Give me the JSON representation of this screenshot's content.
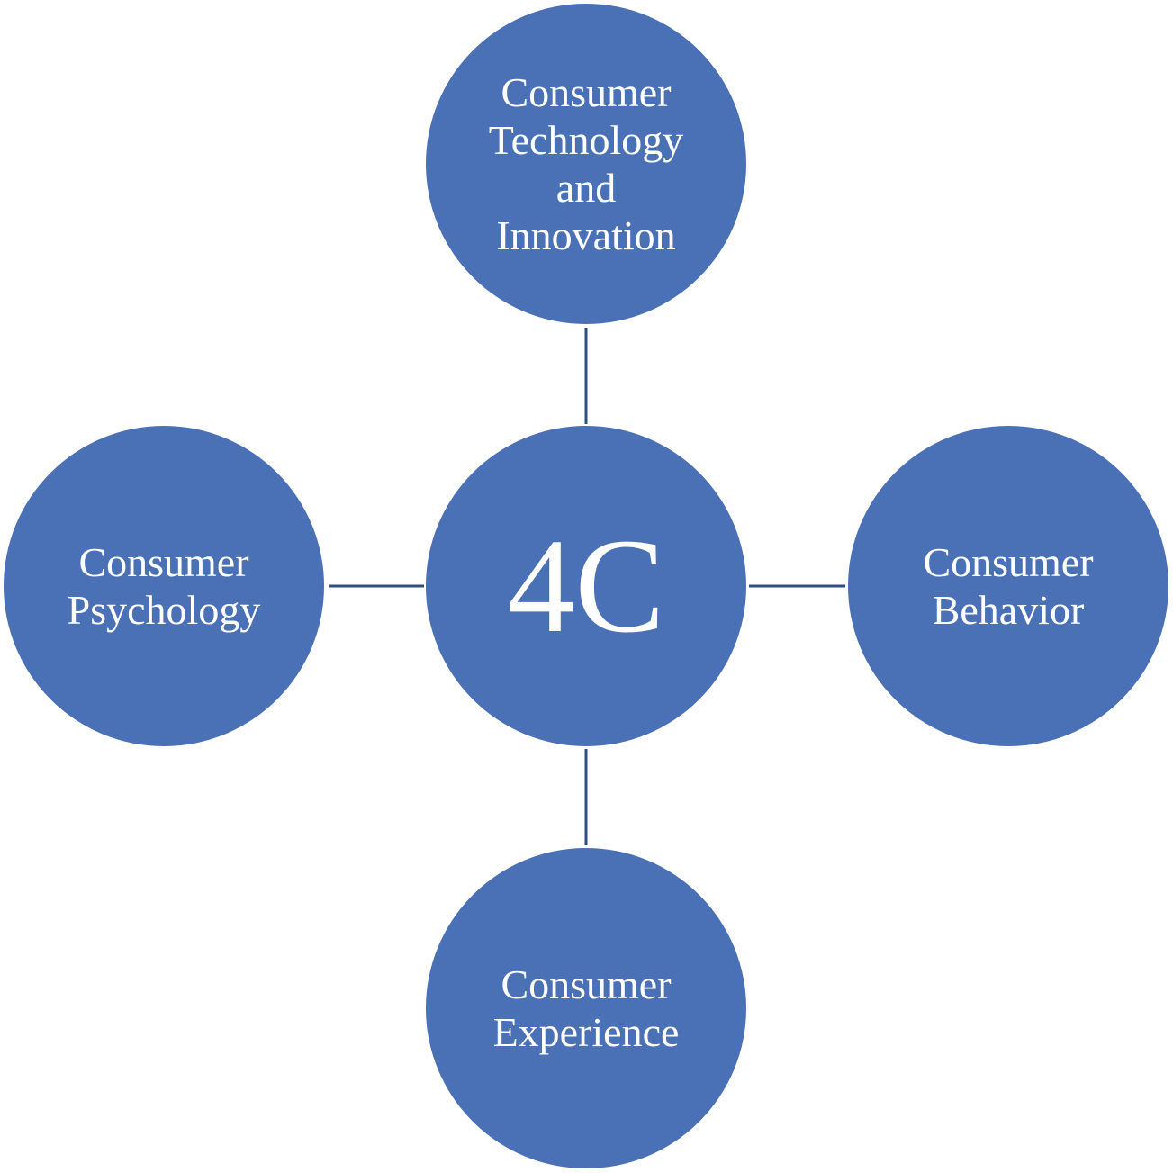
{
  "colors": {
    "node_fill": "#4a70b5",
    "connector": "#2e4f86",
    "text": "#ffffff"
  },
  "center": {
    "label": "4C"
  },
  "nodes": {
    "top": {
      "label": "Consumer\nTechnology\nand\nInnovation"
    },
    "left": {
      "label": "Consumer\nPsychology"
    },
    "right": {
      "label": "Consumer\nBehavior"
    },
    "bottom": {
      "label": "Consumer\nExperience"
    }
  }
}
